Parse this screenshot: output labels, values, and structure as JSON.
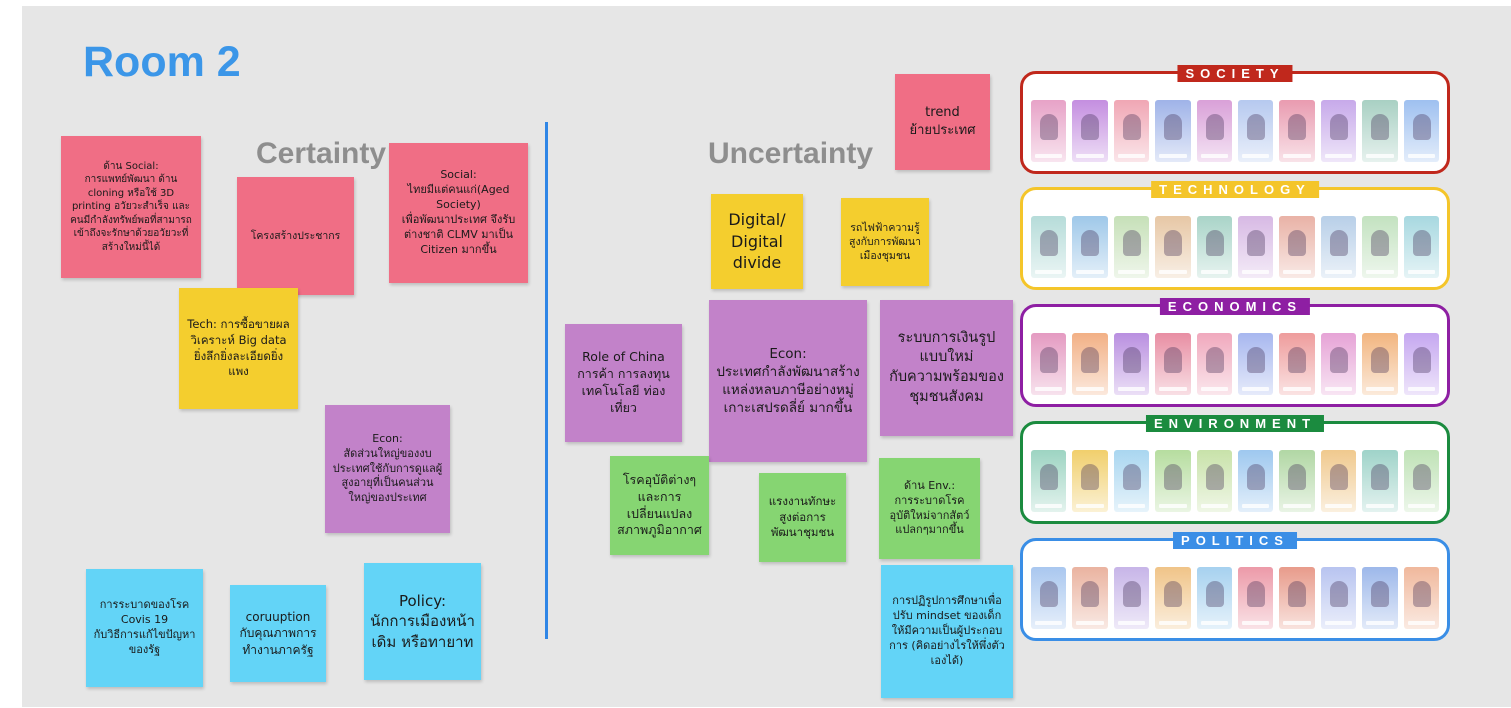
{
  "room_title": "Room 2",
  "certainty_label": "Certainty",
  "uncertainty_label": "Uncertainty",
  "colors": {
    "pink": "#f06e85",
    "yellow": "#f4ce2e",
    "purple": "#c282c9",
    "green": "#86d572",
    "blue": "#63d4f7",
    "divider": "#2f86e6",
    "society": "#c0281c",
    "technology": "#f4c52a",
    "economics": "#8e1fa3",
    "environment": "#1b8b3f",
    "politics": "#3a8ee6"
  },
  "notes": {
    "n1": "ด้าน Social:\nการแพทย์พัฒนา ด้าน cloning หรือใช้ 3D printing อวัยวะสำเร็จ และคนมีกำลังทรัพย์พอที่สามารถเข้าถึงจะรักษาด้วยอวัยวะที่ สร้างใหม่นี้ได้",
    "n2": "โครงสร้างประชากร",
    "n3": "Social:\nไทยมีแต่คนแก่(Aged Society)\nเพื่อพัฒนาประเทศ จึงรับต่างชาติ CLMV มาเป็น Citizen มากขึ้น",
    "n4": "Tech: การซื้อขายผลวิเคราะห์ Big data\nยิ่งลึกยิ่งละเอียดยิ่งแพง",
    "n5": "Econ:\nสัดส่วนใหญ่ของงบประเทศใช้กับการดูแลผู้สูงอายุที่เป็นคนส่วนใหญ่ของประเทศ",
    "n6": "การระบาดของโรค Covis 19\nกับวิธีการแก้ไขปัญหาของรัฐ",
    "n7": "coruuption\nกับคุณภาพการทำงานภาครัฐ",
    "n8": "Policy:\nนักการเมืองหน้าเดิม หรือทายาท",
    "n9": "trend\nย้ายประเทศ",
    "n10": "Digital/\nDigital\ndivide",
    "n11": "รถไฟฟ้าความรู้สูงกับการพัฒนาเมืองชุมชน",
    "n12": "Role of China\nการค้า การลงทุน เทคโนโลยี ท่องเที่ยว",
    "n13": "Econ:\nประเทศกำลังพัฒนาสร้างแหล่งหลบภาษีอย่างหมู่เกาะเสปรดลี่ย์ มากขึ้น",
    "n14": "ระบบการเงินรูปแบบใหม่\nกับความพร้อมของชุมชนสังคม",
    "n15": "โรคอุบัติต่างๆและการเปลี่ยนแปลงสภาพภูมิอากาศ",
    "n16": "แรงงานทักษะสูงต่อการพัฒนาชุมชน",
    "n17": "ด้าน Env.:\nการระบาดโรคอุบัติใหม่จากสัตว์แปลกๆมากขึ้น",
    "n18": "การปฏิรูปการศึกษาเพื่อปรับ mindset ของเด็กให้มีความเป็นผู้ประกอบการ (คิดอย่างไรให้พึ่งตัวเองได้)"
  },
  "categories": [
    {
      "title": "SOCIETY",
      "key": "society",
      "palette": [
        "#e7a2c7",
        "#c48ee0",
        "#f0a6b4",
        "#9fb3e8",
        "#d9a0d8",
        "#b6c9ef",
        "#e99bb0",
        "#c7a9ea",
        "#a8d0c3",
        "#9ec0f0"
      ]
    },
    {
      "title": "TECHNOLOGY",
      "key": "technology",
      "palette": [
        "#b6dcd9",
        "#9fc8e9",
        "#c6e0b8",
        "#e7c7a5",
        "#a9d4c8",
        "#d7b9e4",
        "#e9b2a6",
        "#b8cfe8",
        "#c3e2c0",
        "#a7d8e0"
      ]
    },
    {
      "title": "ECONOMICS",
      "key": "economics",
      "palette": [
        "#e49ac1",
        "#f2b085",
        "#b98fe0",
        "#e88ea3",
        "#f0a8bd",
        "#a7b7ef",
        "#ee9c9c",
        "#e6a3d6",
        "#f2b57f",
        "#c5a7f0"
      ]
    },
    {
      "title": "ENVIRONMENT",
      "key": "environment",
      "palette": [
        "#9dd4c2",
        "#f1cf6c",
        "#a9d6f0",
        "#b6dd9f",
        "#c8e2a9",
        "#9ec8ef",
        "#b1d7a4",
        "#f0c98e",
        "#9fd3c9",
        "#bfe2b6"
      ]
    },
    {
      "title": "POLITICS",
      "key": "politics",
      "palette": [
        "#a9c7ef",
        "#eab3a0",
        "#c7b5e8",
        "#f0c488",
        "#a6d1ef",
        "#ec9aa8",
        "#e89b8b",
        "#b8c4f0",
        "#9db8ea",
        "#f0b89c"
      ]
    }
  ]
}
